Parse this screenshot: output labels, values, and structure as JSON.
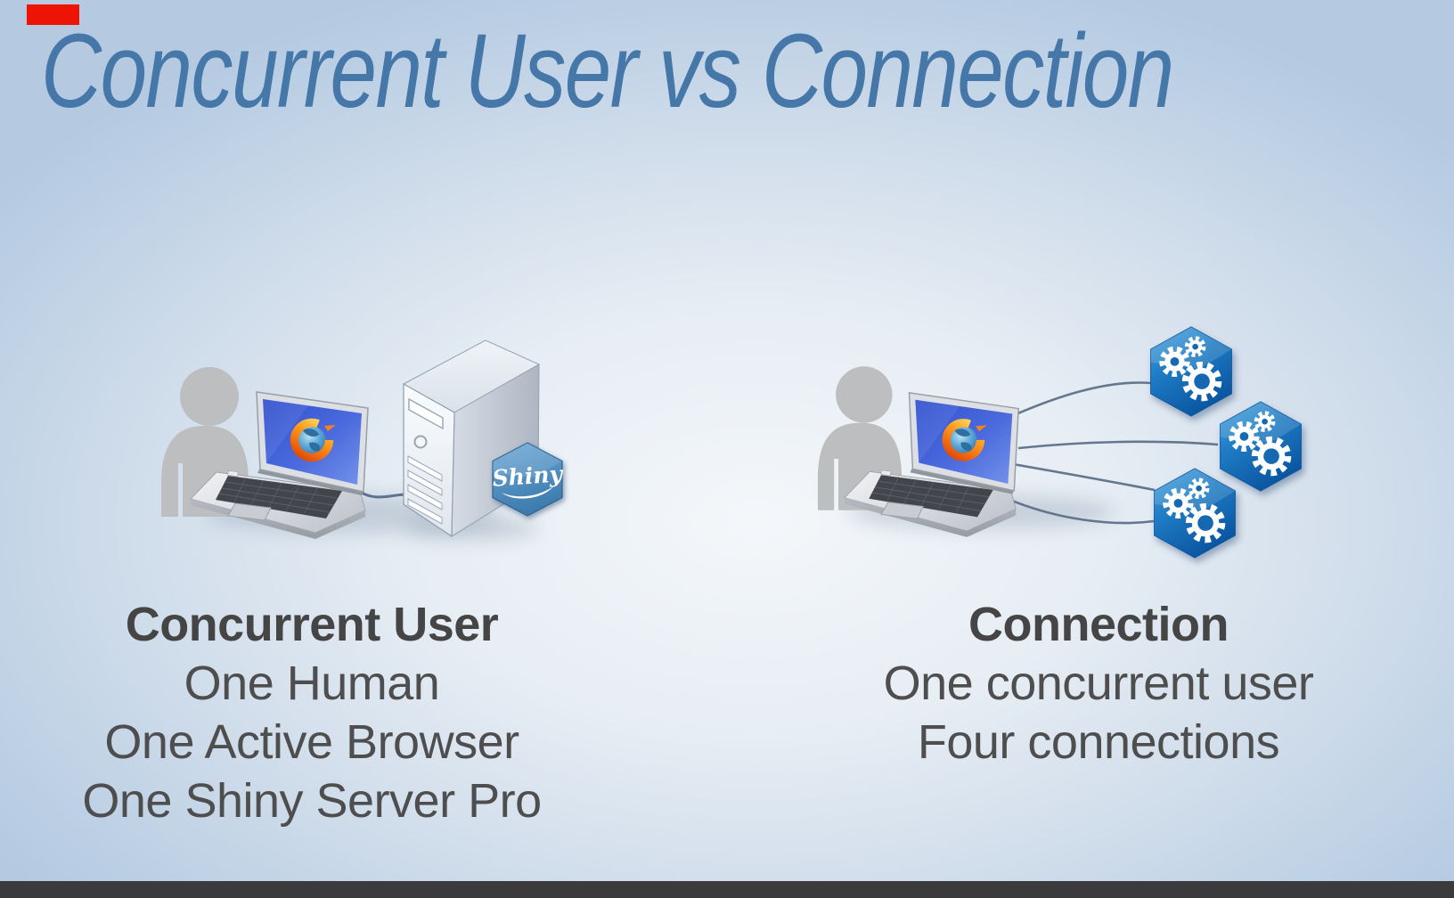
{
  "slide": {
    "title": "Concurrent User vs Connection",
    "left_panel": {
      "heading": "Concurrent User",
      "lines": [
        "One Human",
        "One Active Browser",
        "One Shiny Server Pro"
      ]
    },
    "right_panel": {
      "heading": "Connection",
      "lines": [
        "One concurrent user",
        "Four connections"
      ]
    },
    "shiny_badge_label": "Shiny",
    "connection_line_count": 4,
    "icons": {
      "left": [
        "user-silhouette",
        "laptop-with-firefox",
        "network-cable",
        "server-tower",
        "shiny-hexagon-badge"
      ],
      "right": [
        "user-silhouette",
        "laptop-with-firefox",
        "gear-hexagon",
        "gear-hexagon",
        "gear-hexagon"
      ]
    },
    "colors": {
      "title_blue": "#4577a9",
      "body_text_gray": "#4e4e4e",
      "hexagon_blue": "#1569b2",
      "shiny_badge_blue": "#4a8cbf",
      "laptop_screen_blue": "#3150cf",
      "background_edge_blue": "#b5cae1",
      "record_marker_red": "#ee1404",
      "bottom_bar_gray": "#3b3b3d"
    }
  }
}
